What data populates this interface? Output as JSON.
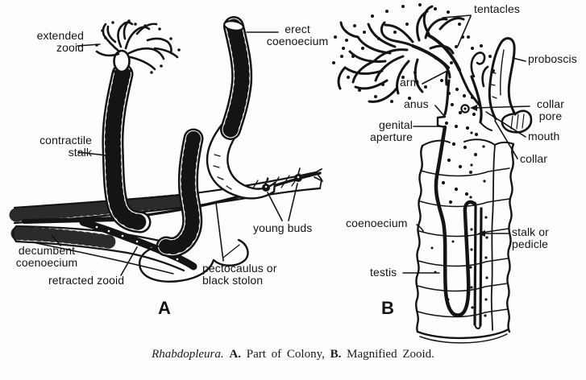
{
  "figure": {
    "title_caption": {
      "species": "Rhabdopleura.",
      "a_label": "A.",
      "a_text": "Part of Colony,",
      "b_label": "B.",
      "b_text": "Magnified Zooid."
    },
    "colors": {
      "ink": "#141414",
      "paper": "#fdfdfc"
    },
    "panel_a": {
      "letter": "A",
      "labels": {
        "extended_zooid": "extended\nzooid",
        "erect_coenoecium": "erect\ncoenoecium",
        "contractile_stalk": "contractile\nstalk",
        "decumbent_coenoecium": "decumbent\ncoenoecium",
        "retracted_zooid": "retracted zooid",
        "pectocaulus": "pectocaulus or\nblack stolon",
        "young_buds": "young buds"
      }
    },
    "panel_b": {
      "letter": "B",
      "labels": {
        "tentacles": "tentacles",
        "proboscis": "proboscis",
        "arm": "arm",
        "anus": "anus",
        "genital_aperture": "genital\naperture",
        "collar_pore": "collar\npore",
        "mouth": "mouth",
        "collar": "collar",
        "coenoecium": "coenoecium",
        "stalk_or_pedicle": "stalk or\npedicle",
        "testis": "testis"
      }
    }
  }
}
